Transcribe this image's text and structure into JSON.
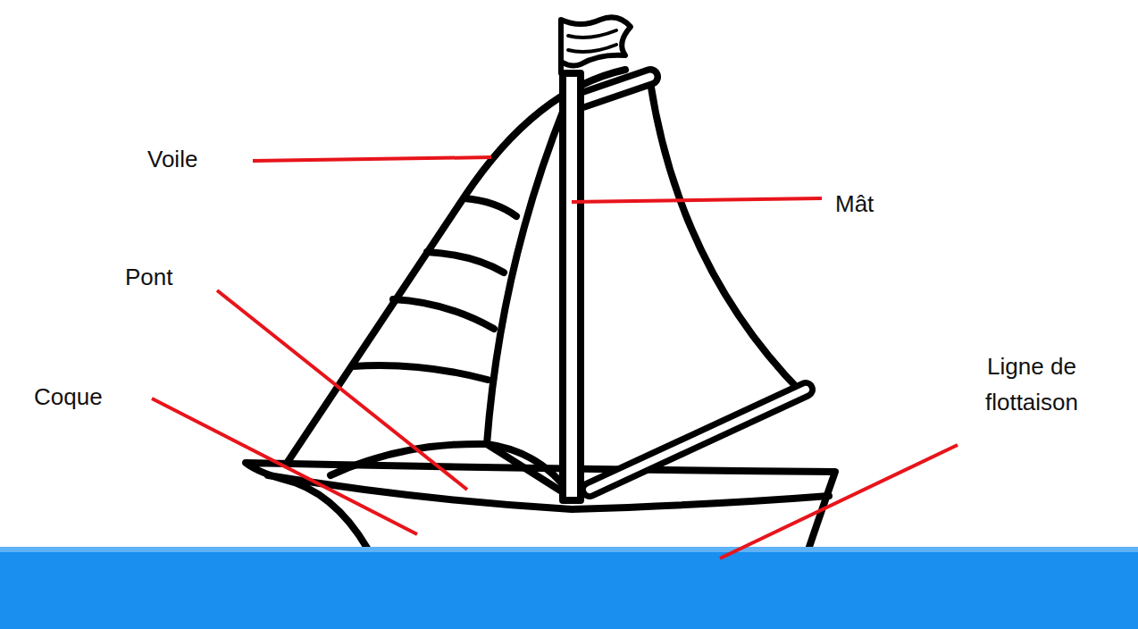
{
  "diagram": {
    "labels": [
      "Voile",
      "Mât",
      "Pont",
      "Coque",
      "Ligne de flottaison"
    ]
  }
}
